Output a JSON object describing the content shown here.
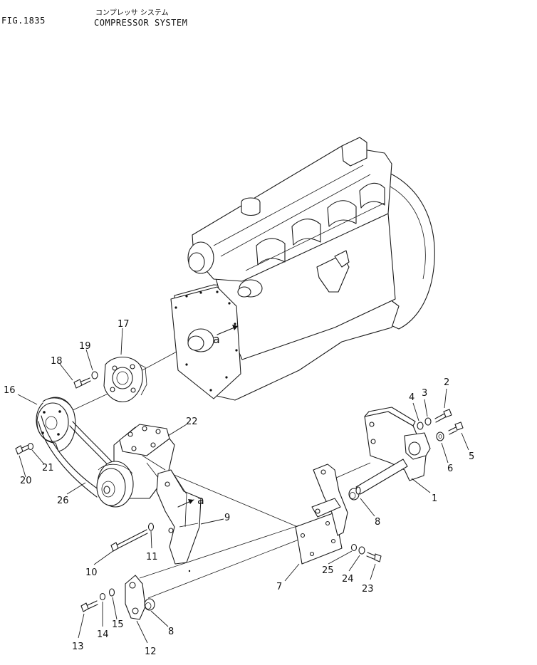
{
  "header": {
    "fig_label": "FIG.1835",
    "title_jp": "コンプレッサ システム",
    "title_en": "COMPRESSOR SYSTEM"
  },
  "view_marker": "a",
  "callouts": {
    "c1": "1",
    "c2": "2",
    "c3": "3",
    "c4": "4",
    "c5": "5",
    "c6": "6",
    "c7": "7",
    "c8a": "8",
    "c8b": "8",
    "c9": "9",
    "c10": "10",
    "c11": "11",
    "c12": "12",
    "c13": "13",
    "c14": "14",
    "c15": "15",
    "c16": "16",
    "c17": "17",
    "c18": "18",
    "c19": "19",
    "c20": "20",
    "c21": "21",
    "c22": "22",
    "c23": "23",
    "c24": "24",
    "c25": "25",
    "c26": "26"
  }
}
